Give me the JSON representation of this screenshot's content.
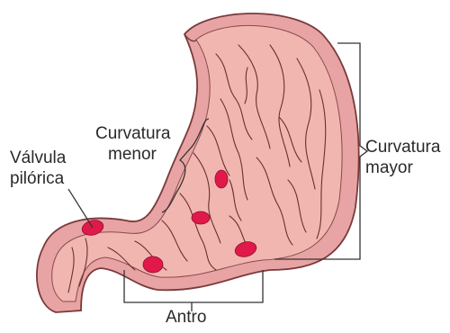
{
  "figure": {
    "labels": {
      "curvatura_menor": [
        "Curvatura",
        "menor"
      ],
      "valvula_pilorica": [
        "Válvula",
        "pilórica"
      ],
      "curvatura_mayor": [
        "Curvatura",
        "mayor"
      ],
      "antro": "Antro"
    },
    "colors": {
      "outer_wall": "#e8a4a4",
      "inner_lining": "#f2b6b0",
      "fold_lines": "#6a3030",
      "ulcer": "#e0194a",
      "bracket": "#333333"
    },
    "lesion_count": 5
  }
}
